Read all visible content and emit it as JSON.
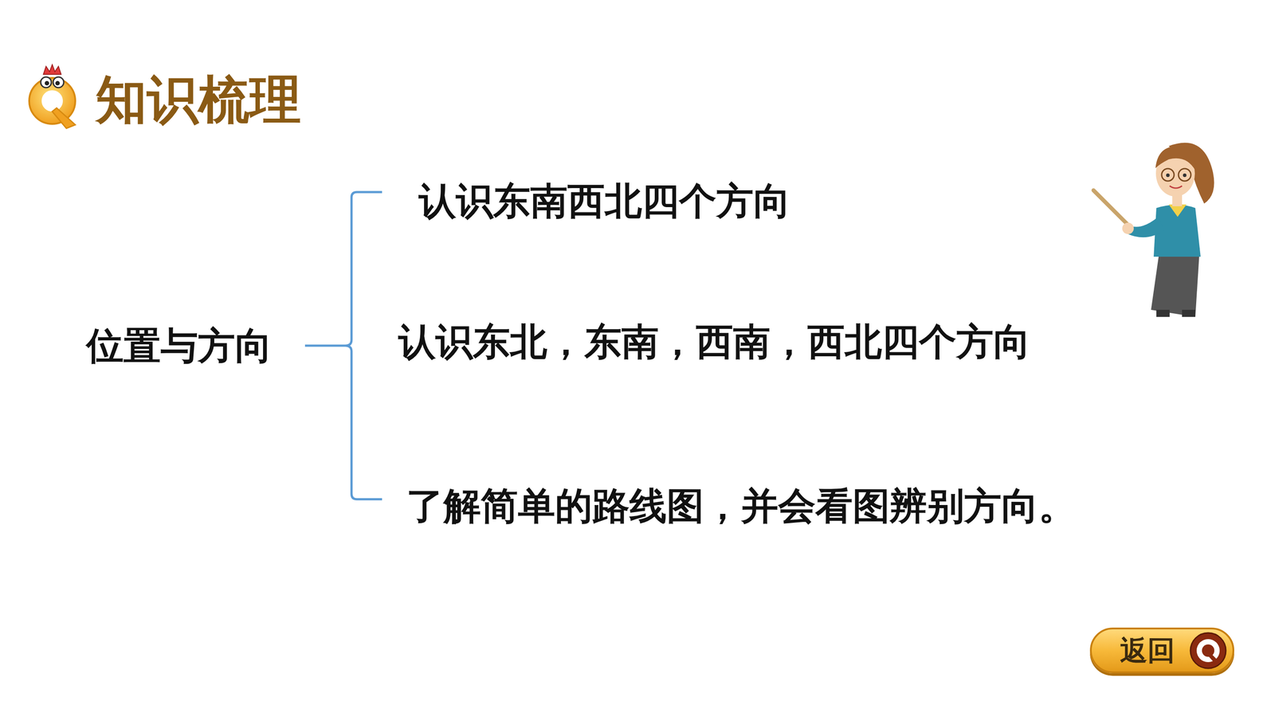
{
  "diagram": {
    "title": "知识梳理",
    "nodes": [
      {
        "text": [
          "返回"
        ]
      }
    ],
    "labels": [
      "位置与方向",
      "认识东南西北四个方向",
      "认识东北，东南，西南，西北四个方向",
      "了解简单的路线图，并会看图辨别方向。"
    ]
  }
}
